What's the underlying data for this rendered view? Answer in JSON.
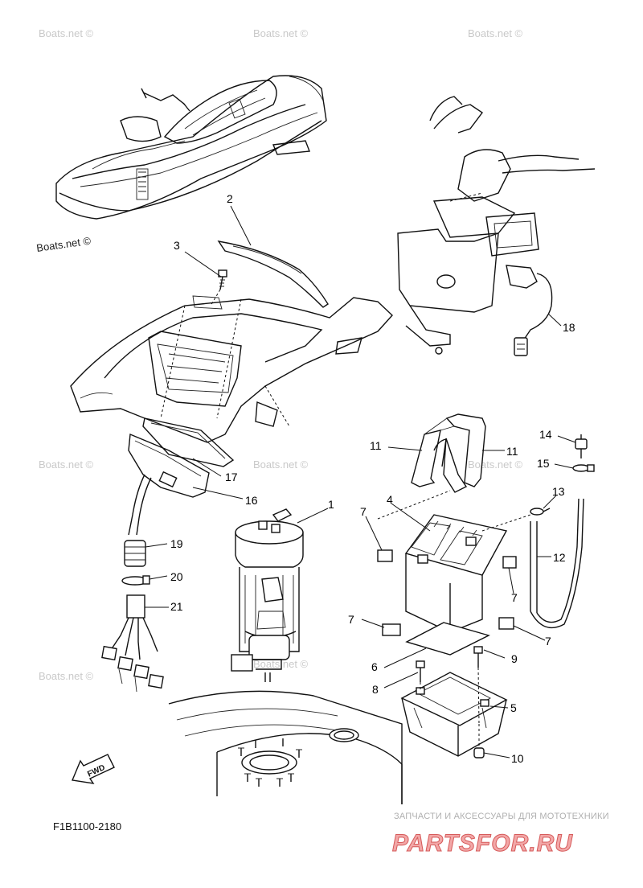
{
  "watermark": "Boats.net ©",
  "diagram_code": "F1B1100-2180",
  "fwd_label": "FWD",
  "footer": {
    "tagline": "ЗАПЧАСТИ И АКСЕССУАРЫ ДЛЯ МОТОТЕХНИКИ",
    "brand": "PARTSFOR.RU"
  },
  "callouts": {
    "c1": "1",
    "c2": "2",
    "c3": "3",
    "c4": "4",
    "c5": "5",
    "c6": "6",
    "c7a": "7",
    "c7b": "7",
    "c7c": "7",
    "c7d": "7",
    "c8": "8",
    "c9": "9",
    "c10": "10",
    "c11a": "11",
    "c11b": "11",
    "c12": "12",
    "c13": "13",
    "c14": "14",
    "c15": "15",
    "c16": "16",
    "c17": "17",
    "c18": "18",
    "c19": "19",
    "c20": "20",
    "c21": "21"
  },
  "colors": {
    "line": "#111111",
    "watermark": "#c9c9c9",
    "brand_fill": "#f2a7a7",
    "brand_stroke": "#d65a5a"
  }
}
